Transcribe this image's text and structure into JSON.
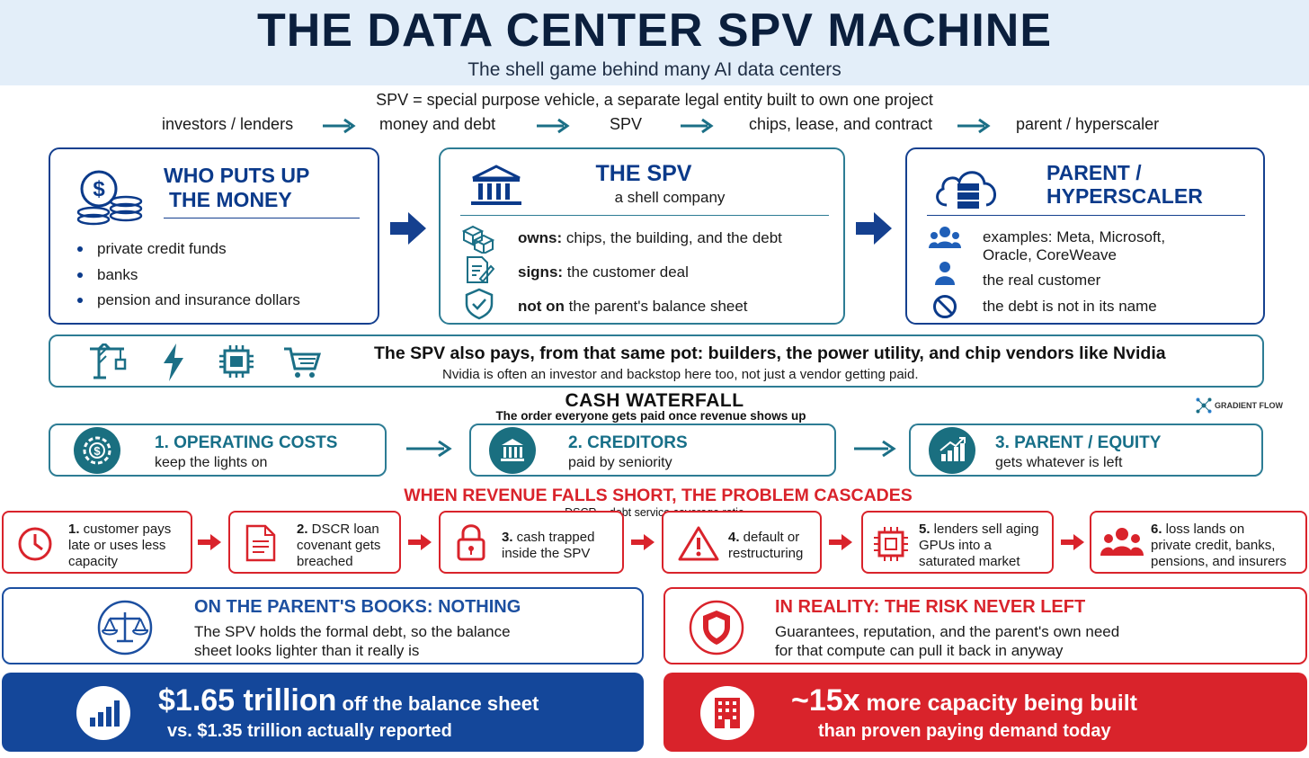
{
  "header": {
    "title": "THE DATA CENTER SPV MACHINE",
    "subtitle": "The shell game behind many AI data centers",
    "definition": "SPV = special purpose vehicle, a separate legal entity built to own one project"
  },
  "flow": [
    "investors / lenders",
    "money and debt",
    "SPV",
    "chips, lease, and contract",
    "parent / hyperscaler"
  ],
  "investors": {
    "title_line1": "WHO PUTS UP",
    "title_line2": "THE MONEY",
    "items": [
      "private credit funds",
      "banks",
      "pension and insurance dollars"
    ]
  },
  "spv": {
    "title": "THE SPV",
    "subtitle": "a shell company",
    "rows": [
      {
        "bold": "owns:",
        "text": " chips, the building, and the debt"
      },
      {
        "bold": "signs:",
        "text": "  the customer deal"
      },
      {
        "bold": "not on",
        "text": " the parent's balance sheet"
      }
    ]
  },
  "parent": {
    "title_line1": "PARENT /",
    "title_line2": "HYPERSCALER",
    "examples_line1": "examples: Meta, Microsoft,",
    "examples_line2": "Oracle, CoreWeave",
    "real_customer": "the real customer",
    "debt_note": "the debt is not in its name"
  },
  "pays": {
    "headline": "The SPV also pays, from that same pot: builders, the power utility, and chip vendors like Nvidia",
    "note": "Nvidia is often an investor and backstop here too, not just a vendor getting paid.",
    "icons": [
      "crane-icon",
      "lightning-icon",
      "chip-icon",
      "cart-icon"
    ]
  },
  "waterfall": {
    "title": "CASH WATERFALL",
    "subtitle": "The order everyone gets paid once revenue shows up",
    "brand": "GRADIENT FLOW",
    "steps": [
      {
        "title": "1. OPERATING COSTS",
        "sub": "keep the lights on"
      },
      {
        "title": "2. CREDITORS",
        "sub": "paid by seniority"
      },
      {
        "title": "3. PARENT / EQUITY",
        "sub": "gets whatever is left"
      }
    ]
  },
  "cascade": {
    "title": "WHEN REVENUE FALLS SHORT, THE PROBLEM CASCADES",
    "note": "DSCR = debt service coverage ratio",
    "steps": [
      {
        "num": "1.",
        "l1": " customer pays",
        "l2": "late or uses less",
        "l3": "capacity"
      },
      {
        "num": "2.",
        "l1": " DSCR loan",
        "l2": "covenant gets",
        "l3": "breached"
      },
      {
        "num": "3.",
        "l1": " cash trapped",
        "l2": "inside the SPV",
        "l3": ""
      },
      {
        "num": "4.",
        "l1": " default or",
        "l2": "restructuring",
        "l3": ""
      },
      {
        "num": "5.",
        "l1": " lenders sell aging",
        "l2": "GPUs into a",
        "l3": "saturated market"
      },
      {
        "num": "6.",
        "l1": " loss lands on",
        "l2": "private credit, banks,",
        "l3": "pensions, and insurers"
      }
    ]
  },
  "books": {
    "title": "ON THE PARENT'S BOOKS: NOTHING",
    "line1": "The SPV holds the formal debt, so the balance",
    "line2": "sheet looks lighter than it really is"
  },
  "reality": {
    "title": "IN REALITY: THE RISK NEVER LEFT",
    "line1": "Guarantees, reputation, and the parent's own need",
    "line2": "for that compute can pull it back in anyway"
  },
  "stat_blue": {
    "big": "$1.65 trillion",
    "rest": " off the balance sheet",
    "sub": "vs. $1.35 trillion actually reported"
  },
  "stat_red": {
    "big": "~15x",
    "rest": " more capacity being built",
    "sub": "than proven paying demand today"
  },
  "colors": {
    "navy": "#0b3a8a",
    "teal": "#176f88",
    "red": "#d9232b",
    "blue_panel": "#14479a"
  }
}
